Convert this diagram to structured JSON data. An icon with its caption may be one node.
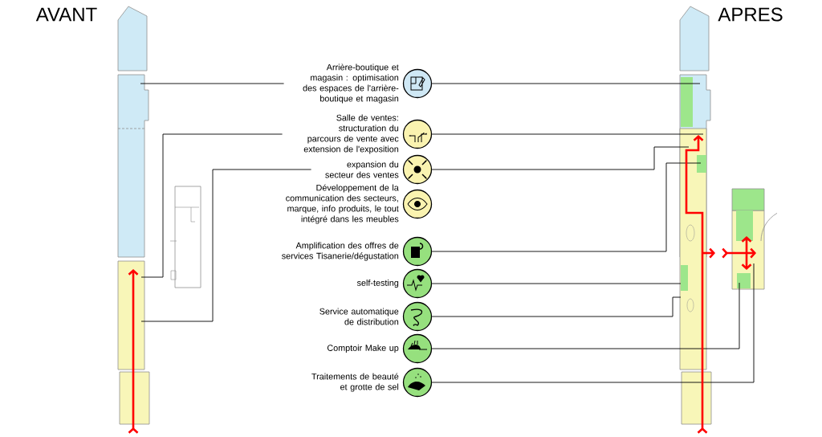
{
  "diagram": {
    "nodes": [
      {
        "text": [
          "AVANT"
        ]
      },
      {
        "text": [
          "APRES"
        ]
      },
      {
        "text": [],
        "shape": "circle",
        "beside": [
          "Arrière-boutique et magasin : optimisation des espaces de l'arrière-boutique et magasin"
        ]
      },
      {
        "text": [],
        "shape": "circle",
        "beside": [
          "Salle de ventes: structuration du parcours de vente avec extension de l'exposition"
        ]
      },
      {
        "text": [],
        "shape": "circle",
        "beside": [
          "expansion du secteur des ventes"
        ]
      },
      {
        "text": [],
        "shape": "circle",
        "beside": [
          "Développement de la communication des secteurs, marque, info produits, le tout intégré dans les meubles"
        ]
      },
      {
        "text": [],
        "shape": "circle",
        "beside": [
          "Amplification des offres de services Tisanerie/dégustation"
        ]
      },
      {
        "text": [],
        "shape": "circle",
        "beside": [
          "self-testing"
        ]
      },
      {
        "text": [],
        "shape": "circle",
        "beside": [
          "Service automatique de distribution"
        ]
      },
      {
        "text": [],
        "shape": "circle",
        "beside": [
          "Comptoir Make up"
        ]
      },
      {
        "text": [],
        "shape": "circle",
        "beside": [
          "Traitements de beauté et grotte de sel"
        ]
      }
    ],
    "edges": [
      {
        "from": 0,
        "to": 2,
        "arrow": "none"
      },
      {
        "from": 0,
        "to": 3,
        "arrow": "none"
      },
      {
        "from": 0,
        "to": 4,
        "arrow": "none"
      },
      {
        "from": 2,
        "to": 1,
        "arrow": "none"
      },
      {
        "from": 3,
        "to": 1,
        "arrow": "none"
      },
      {
        "from": 4,
        "to": 1,
        "arrow": "none"
      },
      {
        "from": 6,
        "to": 1,
        "arrow": "none"
      },
      {
        "from": 7,
        "to": 1,
        "arrow": "none"
      },
      {
        "from": 8,
        "to": 1,
        "arrow": "none"
      },
      {
        "from": 9,
        "to": 1,
        "arrow": "none"
      },
      {
        "from": 10,
        "to": 1,
        "arrow": "none"
      }
    ]
  }
}
